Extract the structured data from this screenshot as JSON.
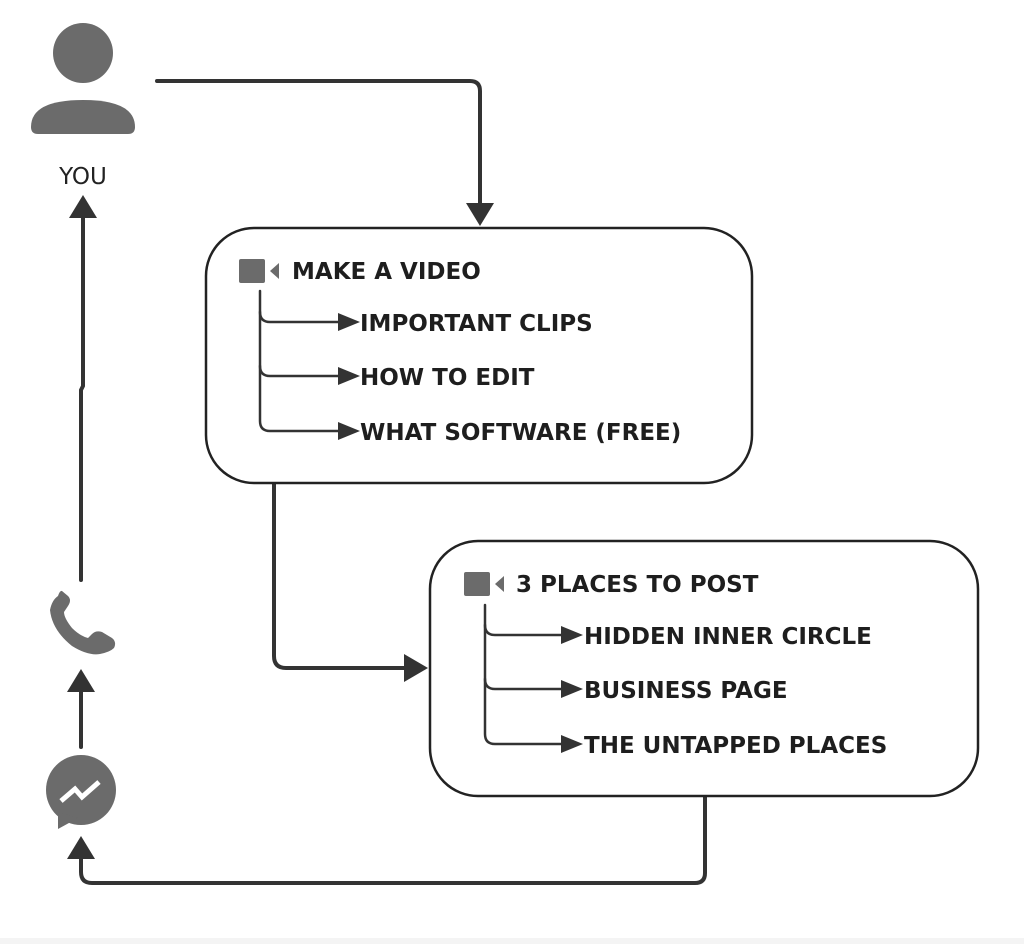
{
  "colors": {
    "line": "#333333",
    "icon": "#6b6b6b",
    "text": "#1e1e1e",
    "background": "#ffffff"
  },
  "nodes": {
    "you": {
      "label": "YOU",
      "icon": "person-icon"
    },
    "phone": {
      "icon": "phone-icon"
    },
    "messenger": {
      "icon": "messenger-icon"
    }
  },
  "boxes": [
    {
      "icon": "video-camera-icon",
      "title": "MAKE A VIDEO",
      "items": [
        "IMPORTANT CLIPS",
        "HOW TO EDIT",
        "WHAT SOFTWARE (FREE)"
      ]
    },
    {
      "icon": "video-camera-icon",
      "title": "3 PLACES TO POST",
      "items": [
        "HIDDEN INNER CIRCLE",
        "BUSINESS PAGE",
        "THE UNTAPPED PLACES"
      ]
    }
  ],
  "flow": [
    {
      "from": "you",
      "to": "make-a-video"
    },
    {
      "from": "make-a-video",
      "to": "3-places-to-post"
    },
    {
      "from": "3-places-to-post",
      "to": "messenger"
    },
    {
      "from": "messenger",
      "to": "phone"
    },
    {
      "from": "phone",
      "to": "you"
    }
  ]
}
